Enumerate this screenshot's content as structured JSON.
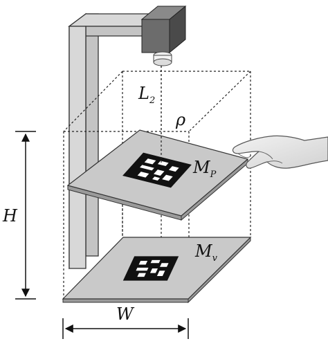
{
  "labels": {
    "l2_main": "L",
    "l2_sub": "2",
    "rho": "ρ",
    "mp_main": "M",
    "mp_sub": "P",
    "mv_main": "M",
    "mv_sub": "v",
    "h": "H",
    "w": "W"
  },
  "colors": {
    "stand_light": "#d8d8d8",
    "stand_mid": "#c4c4c4",
    "stand_dark": "#a9a9a9",
    "camera_dark": "#4a4a4a",
    "camera_mid": "#6c6c6c",
    "camera_light": "#8a8a8a",
    "plate_top": "#c9c9c9",
    "plate_edge": "#9a9a9a",
    "marker": "#111111",
    "hand": "#e6e6e6"
  },
  "icons": {
    "camera": "camera-icon",
    "hand": "hand-icon",
    "marker_top": "aruco-marker-icon",
    "marker_bottom": "aruco-marker-icon"
  }
}
